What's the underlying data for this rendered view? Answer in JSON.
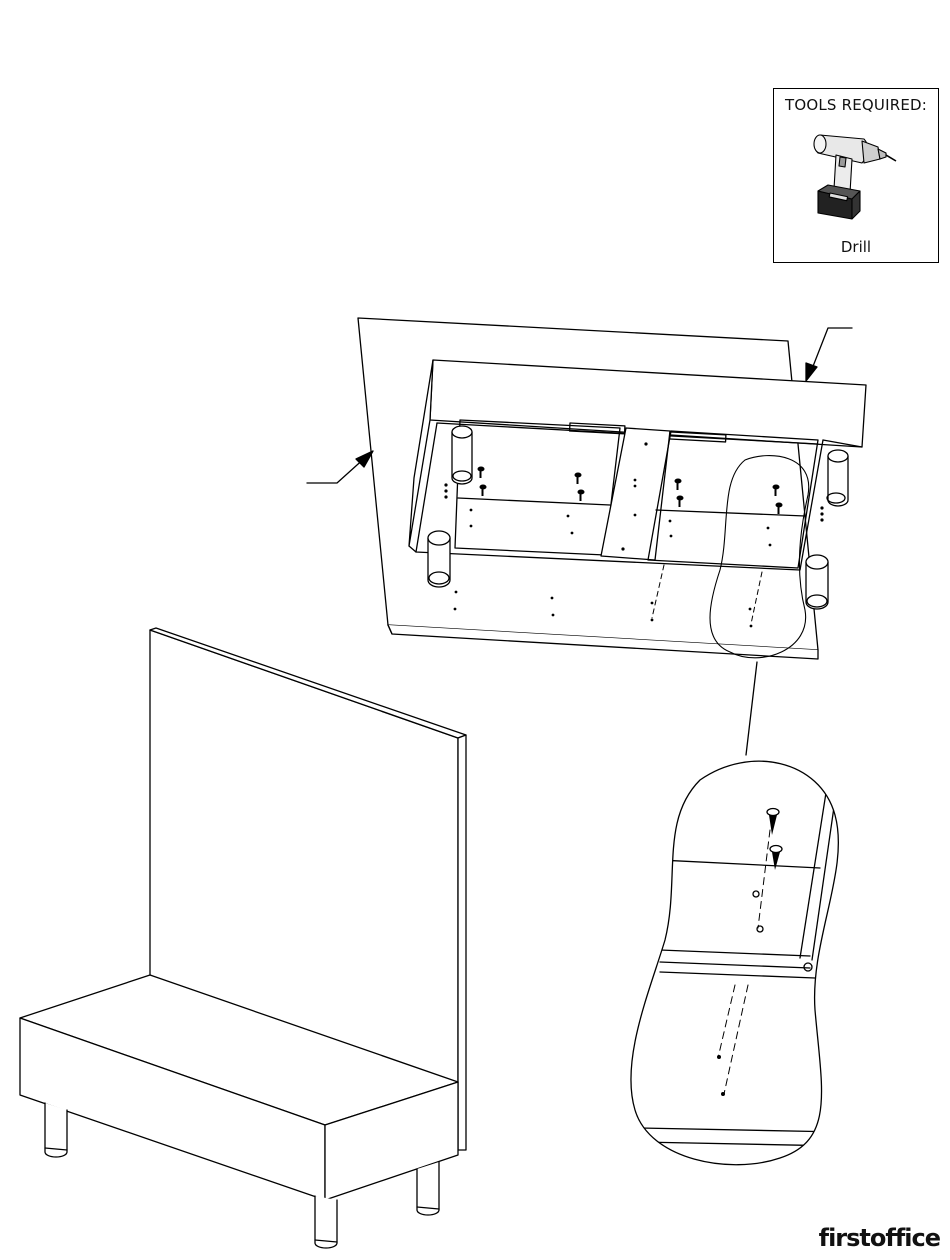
{
  "tools": {
    "title": "TOOLS REQUIRED:",
    "items": [
      {
        "label": "Drill",
        "icon": "drill-icon"
      }
    ]
  },
  "brand": {
    "name": "firstoffice"
  }
}
